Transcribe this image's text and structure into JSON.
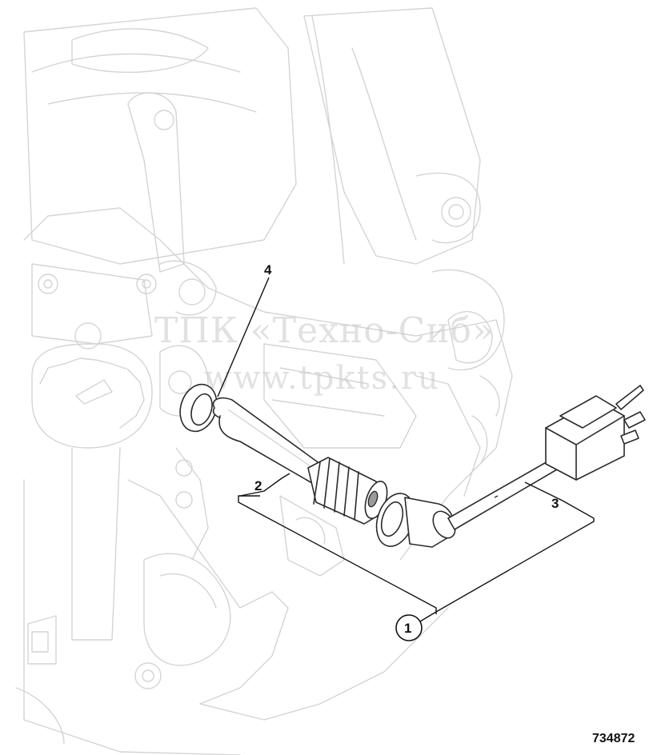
{
  "callouts": {
    "c1": "1",
    "c2": "2",
    "c3": "3",
    "c4": "4"
  },
  "watermark": {
    "line1": "ТПК «Техно-Сиб»",
    "line2": "www.tpkts.ru"
  },
  "figure_number": "734872"
}
